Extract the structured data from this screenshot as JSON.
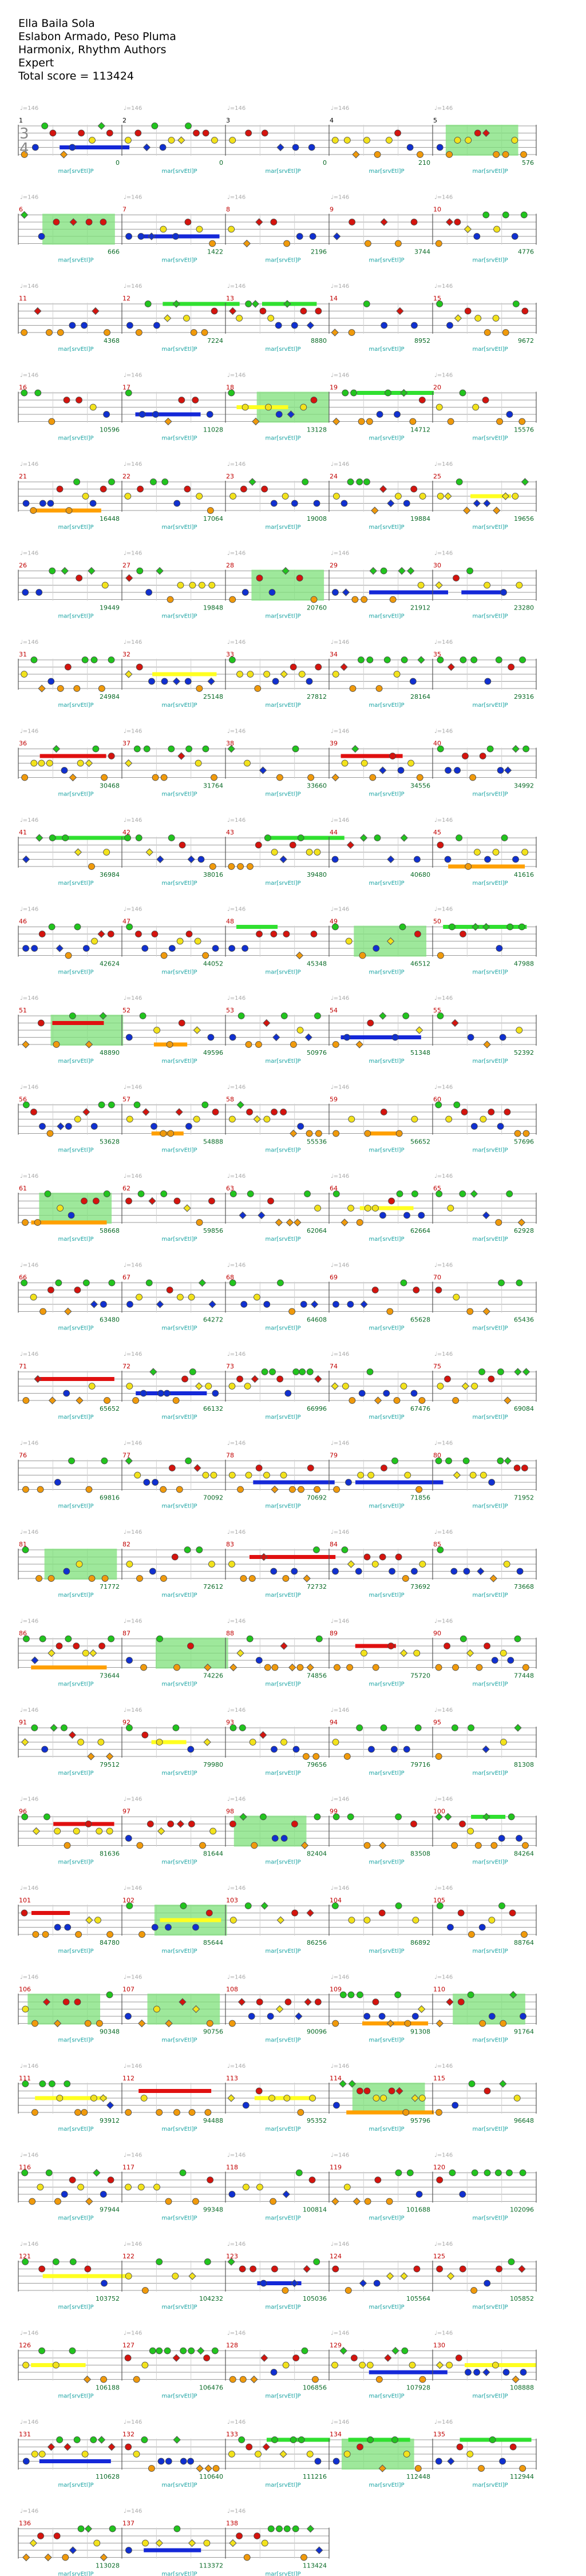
{
  "song": {
    "title": "Ella Baila Sola",
    "artist": "Eslabon Armado, Peso Pluma",
    "charter": "Harmonix, Rhythm Authors",
    "difficulty": "Expert",
    "total_score_label": "Total score = 113424"
  },
  "time_signature": {
    "numerator": "3",
    "denominator": "4"
  },
  "tempo_label": "♩=146",
  "activation_label": "mar[srvEtl]P",
  "colors": {
    "green": "#22c41e",
    "red": "#d4140e",
    "yellow": "#f2e21c",
    "blue": "#1030d0",
    "orange": "#f09a0c",
    "star_power": "#7ee07a",
    "sustain_red": "#e01010",
    "sustain_blue": "#1428d8",
    "sustain_yellow": "#ffff20",
    "sustain_orange": "#ffa000",
    "sustain_green": "#30e030"
  },
  "rows": [
    {
      "measures": [
        1,
        2,
        3,
        4,
        5
      ],
      "scores": [
        "0",
        "0",
        "0",
        "210",
        "576"
      ]
    },
    {
      "measures": [
        6,
        7,
        8,
        9,
        10
      ],
      "scores": [
        "666",
        "1422",
        "2196",
        "3744",
        "4776"
      ]
    },
    {
      "measures": [
        11,
        12,
        13,
        14,
        15
      ],
      "scores": [
        "4368",
        "7224",
        "8880",
        "8952",
        "9672"
      ]
    },
    {
      "measures": [
        16,
        17,
        18,
        19,
        20
      ],
      "scores": [
        "10596",
        "11028",
        "13128",
        "14712",
        "15576"
      ]
    },
    {
      "measures": [
        21,
        22,
        23,
        24,
        25
      ],
      "scores": [
        "16448",
        "17064",
        "19008",
        "19884",
        "19656"
      ]
    },
    {
      "measures": [
        26,
        27,
        28,
        29,
        30
      ],
      "scores": [
        "19449",
        "19848",
        "20760",
        "21912",
        "23280"
      ]
    },
    {
      "measures": [
        31,
        32,
        33,
        34,
        35
      ],
      "scores": [
        "24984",
        "25148",
        "27812",
        "28164",
        "29316"
      ]
    },
    {
      "measures": [
        36,
        37,
        38,
        39,
        40
      ],
      "scores": [
        "30468",
        "31764",
        "33660",
        "34556",
        "34992"
      ]
    },
    {
      "measures": [
        41,
        42,
        43,
        44,
        45
      ],
      "scores": [
        "36984",
        "38016",
        "39480",
        "40680",
        "41616"
      ]
    },
    {
      "measures": [
        46,
        47,
        48,
        49,
        50
      ],
      "scores": [
        "42624",
        "44052",
        "45348",
        "46512",
        "47988"
      ]
    },
    {
      "measures": [
        51,
        52,
        53,
        54,
        55
      ],
      "scores": [
        "48890",
        "49596",
        "50976",
        "51348",
        "52392"
      ]
    },
    {
      "measures": [
        56,
        57,
        58,
        59,
        60
      ],
      "scores": [
        "53628",
        "54888",
        "55536",
        "56652",
        "57696"
      ]
    },
    {
      "measures": [
        61,
        62,
        63,
        64,
        65
      ],
      "scores": [
        "58668",
        "59856",
        "62064",
        "62664",
        "62928"
      ]
    },
    {
      "measures": [
        66,
        67,
        68,
        69,
        70
      ],
      "scores": [
        "63480",
        "64272",
        "64608",
        "65628",
        "65436"
      ]
    },
    {
      "measures": [
        71,
        72,
        73,
        74,
        75
      ],
      "scores": [
        "65652",
        "66132",
        "66996",
        "67476",
        "69084"
      ]
    },
    {
      "measures": [
        76,
        77,
        78,
        79,
        80
      ],
      "scores": [
        "69816",
        "70092",
        "70692",
        "71856",
        "71952"
      ]
    },
    {
      "measures": [
        81,
        82,
        83,
        84,
        85
      ],
      "scores": [
        "71772",
        "72612",
        "72732",
        "73692",
        "73668"
      ]
    },
    {
      "measures": [
        86,
        87,
        88,
        89,
        90
      ],
      "scores": [
        "73644",
        "74226",
        "74856",
        "75720",
        "77448"
      ]
    },
    {
      "measures": [
        91,
        92,
        93,
        94,
        95
      ],
      "scores": [
        "79512",
        "79980",
        "79656",
        "79716",
        "81308"
      ]
    },
    {
      "measures": [
        96,
        97,
        98,
        99,
        100
      ],
      "scores": [
        "81636",
        "81644",
        "82404",
        "83508",
        "84264"
      ]
    },
    {
      "measures": [
        101,
        102,
        103,
        104,
        105
      ],
      "scores": [
        "84780",
        "85644",
        "86256",
        "86892",
        "88764"
      ]
    },
    {
      "measures": [
        106,
        107,
        108,
        109,
        110
      ],
      "scores": [
        "90348",
        "90756",
        "90096",
        "91308",
        "91764"
      ]
    },
    {
      "measures": [
        111,
        112,
        113,
        114,
        115
      ],
      "scores": [
        "93912",
        "94488",
        "95352",
        "95796",
        "96648"
      ]
    },
    {
      "measures": [
        116,
        117,
        118,
        119,
        120
      ],
      "scores": [
        "97944",
        "99348",
        "100814",
        "101688",
        "102096"
      ]
    },
    {
      "measures": [
        121,
        122,
        123,
        124,
        125
      ],
      "scores": [
        "103752",
        "104232",
        "105036",
        "105564",
        "105852"
      ]
    },
    {
      "measures": [
        126,
        127,
        128,
        129,
        130
      ],
      "scores": [
        "106188",
        "106476",
        "106856",
        "107928",
        "108888"
      ]
    },
    {
      "measures": [
        131,
        132,
        133,
        134,
        135
      ],
      "scores": [
        "110628",
        "110640",
        "111216",
        "112448",
        "112944"
      ]
    },
    {
      "measures": [
        136,
        137,
        138
      ],
      "scores": [
        "113028",
        "113372",
        "113424"
      ]
    }
  ]
}
